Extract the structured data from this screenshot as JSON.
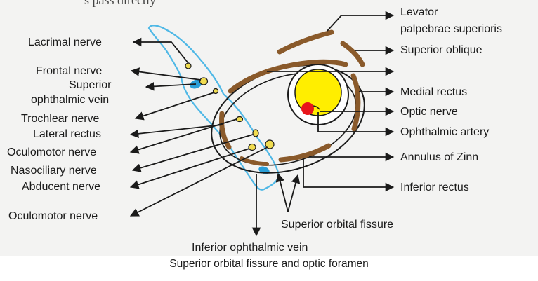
{
  "top_partial_text": "s pass directly",
  "labels": {
    "lacrimal_nerve": "Lacrimal nerve",
    "frontal_nerve": "Frontal nerve",
    "superior_ophthalmic_vein_1": "Superior",
    "superior_ophthalmic_vein_2": "ophthalmic vein",
    "trochlear_nerve": "Trochlear nerve",
    "lateral_rectus": "Lateral rectus",
    "oculomotor_nerve_upper": "Oculomotor nerve",
    "nasociliary_nerve": "Nasociliary nerve",
    "abducent_nerve": "Abducent nerve",
    "oculomotor_nerve_lower": "Oculomotor nerve",
    "levator_1": "Levator",
    "levator_2": "palpebrae superioris",
    "superior_oblique": "Superior oblique",
    "medial_rectus": "Medial rectus",
    "optic_nerve": "Optic nerve",
    "ophthalmic_artery": "Ophthalmic artery",
    "annulus_of_zinn": "Annulus of Zinn",
    "inferior_rectus": "Inferior rectus",
    "superior_orbital_fissure": "Superior orbital fissure",
    "inferior_ophthalmic_vein": "Inferior ophthalmic vein"
  },
  "caption": "Superior orbital fissure and optic foramen",
  "colors": {
    "background": "#f3f3f2",
    "fissure_outline": "#4fb8e6",
    "vein_fill": "#2a9fd8",
    "muscle": "#8a5a2b",
    "nerve_fill": "#f0dc50",
    "optic_nerve": "#ffee00",
    "ophthalmic_artery": "#e8161b",
    "line": "#1a1a1a"
  }
}
